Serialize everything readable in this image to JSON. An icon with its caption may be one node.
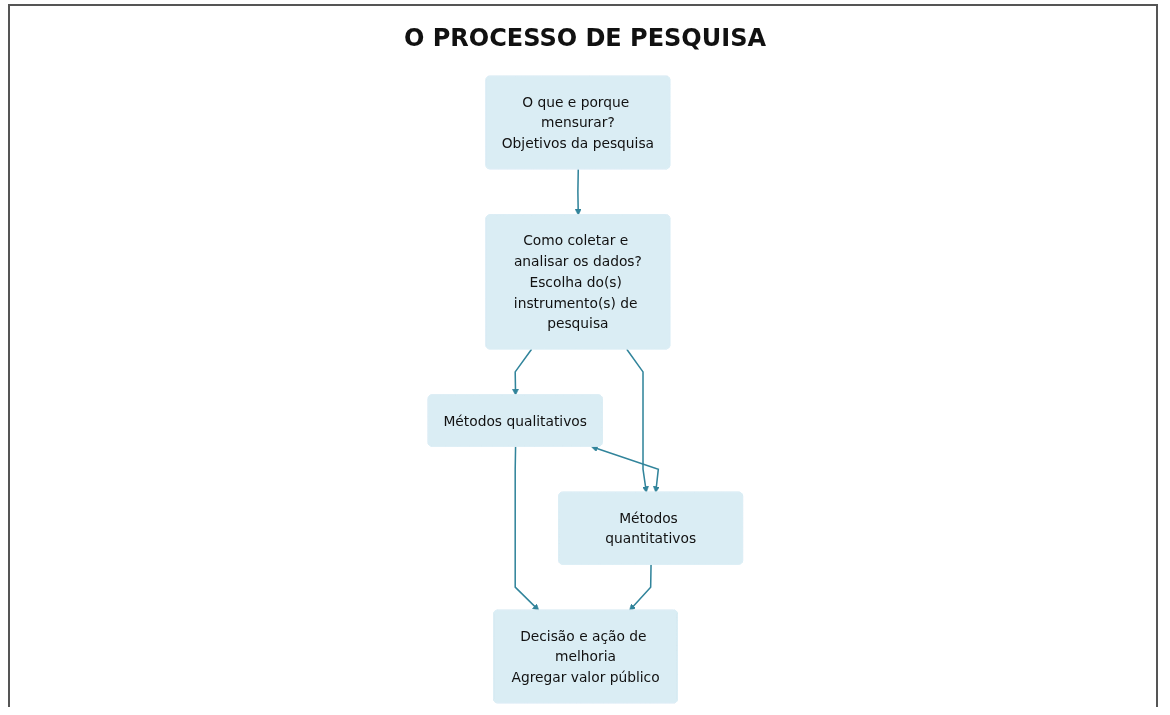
{
  "diagram": {
    "title": "O PROCESSO DE PESQUISA",
    "nodes": [
      {
        "text": [
          "O que e porque mensurar?",
          "Objetivos da pesquisa"
        ]
      },
      {
        "text": [
          "Como coletar e analisar os dados?",
          "Escolha do(s) instrumento(s) de pesquisa"
        ]
      },
      {
        "text": [
          "Métodos qualitativos"
        ]
      },
      {
        "text": [
          "Métodos quantitativos"
        ]
      },
      {
        "text": [
          "Decisão e ação de melhoria",
          "Agregar valor público"
        ]
      }
    ],
    "edges": [
      {
        "from": 0,
        "to": 1,
        "arrow": "to"
      },
      {
        "from": 1,
        "to": 2,
        "arrow": "to"
      },
      {
        "from": 1,
        "to": 3,
        "arrow": "to"
      },
      {
        "from": 2,
        "to": 3,
        "arrow": "both"
      },
      {
        "from": 2,
        "to": 4,
        "arrow": "to"
      },
      {
        "from": 3,
        "to": 4,
        "arrow": "to"
      }
    ]
  }
}
